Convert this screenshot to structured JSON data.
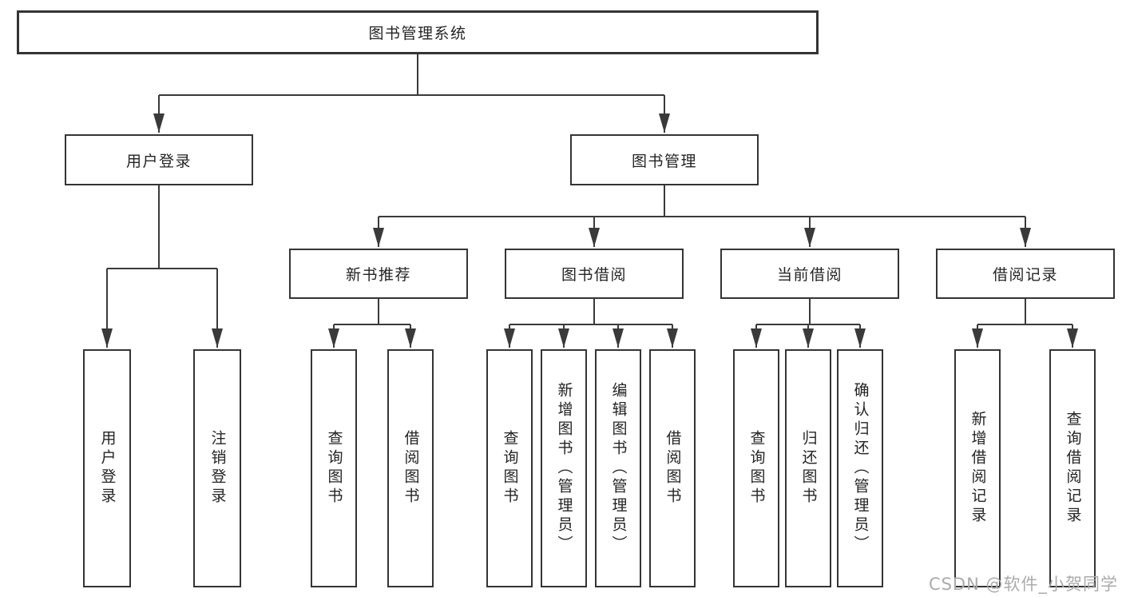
{
  "root": {
    "label": "图书管理系统"
  },
  "user_login": {
    "label": "用户登录",
    "children": [
      {
        "label": "用户登录"
      },
      {
        "label": "注销登录"
      }
    ]
  },
  "book_mgmt": {
    "label": "图书管理",
    "sections": [
      {
        "label": "新书推荐",
        "children": [
          {
            "label": "查询图书"
          },
          {
            "label": "借阅图书"
          }
        ]
      },
      {
        "label": "图书借阅",
        "children": [
          {
            "label": "查询图书"
          },
          {
            "label": "新增图书（管理员）"
          },
          {
            "label": "编辑图书（管理员）"
          },
          {
            "label": "借阅图书"
          }
        ]
      },
      {
        "label": "当前借阅",
        "children": [
          {
            "label": "查询图书"
          },
          {
            "label": "归还图书"
          },
          {
            "label": "确认归还（管理员）"
          }
        ]
      },
      {
        "label": "借阅记录",
        "children": [
          {
            "label": "新增借阅记录"
          },
          {
            "label": "查询借阅记录"
          }
        ]
      }
    ]
  },
  "watermark": "CSDN @软件_小贺同学",
  "colors": {
    "line": "#3a3a3a",
    "box_border": "#343434",
    "box_fill": "#ffffff",
    "text": "#242424",
    "watermark": "#ababab"
  }
}
